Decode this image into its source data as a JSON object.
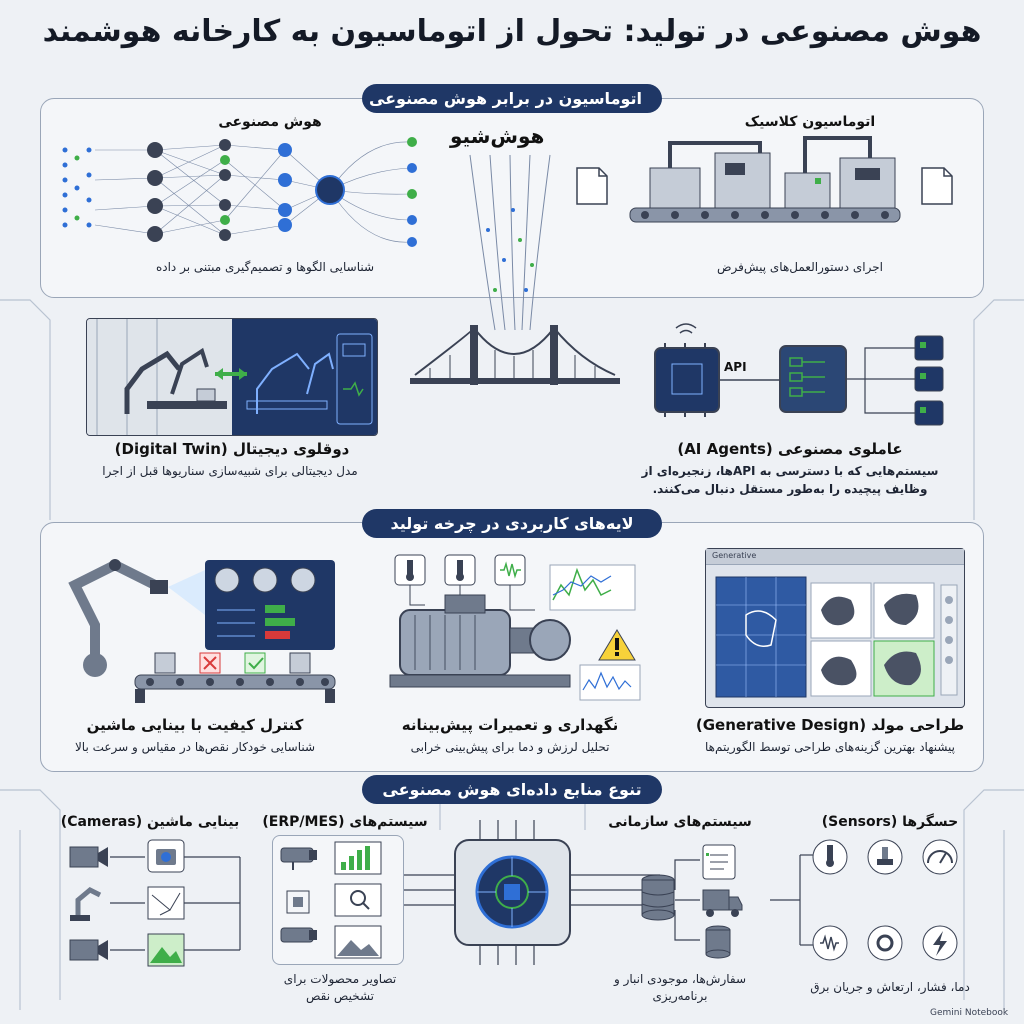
{
  "title": "هوش مصنوعی در تولید: تحول از اتوماسیون به کارخانه هوشمند",
  "section1": {
    "header": "اتوماسیون در برابر هوش مصنوعی",
    "ai_title": "هوش مصنوعی",
    "ai_caption": "شناسایی الگوها و تصمیم‌گیری مبتنی بر داده",
    "classic_title": "اتوماسیون کلاسیک",
    "classic_caption": "اجرای دستورالعمل‌های پیش‌فرض",
    "logo_text": "هوش‌شیو"
  },
  "digital_twin": {
    "title": "دوقلوی دیجیتال (Digital Twin)",
    "caption": "مدل دیجیتالی برای شبیه‌سازی سناریوها قبل از اجرا"
  },
  "ai_agents": {
    "api_label": "API",
    "title": "عاملوی مصنوعی (AI Agents)",
    "caption_line1": "سیستم‌هایی که با دسترسی به APIها، زنجیره‌ای از",
    "caption_line2": "وظایف پیچیده را به‌طور مستقل دنبال می‌کنند."
  },
  "section2": {
    "header": "لایه‌های کاربردی در چرخه تولید",
    "quality": {
      "title": "کنترل کیفیت با بینایی ماشین",
      "caption": "شناسایی خودکار نقص‌ها در مقیاس و سرعت بالا"
    },
    "maintenance": {
      "title": "نگهداری و تعمیرات پیش‌بینانه",
      "caption": "تحلیل لرزش و دما برای پیش‌بینی خرابی"
    },
    "generative": {
      "title": "طراحی مولد (Generative Design)",
      "caption": "پیشنهاد بهترین گزینه‌های طراحی توسط الگوریتم‌ها",
      "window_tab": "Generative"
    }
  },
  "section3": {
    "header": "تنوع منابع داده‌ای هوش مصنوعی",
    "cameras": {
      "title": "بینایی ماشین (Cameras)",
      "caption_line1": "تصاویر محصولات برای",
      "caption_line2": "تشخیص نقص"
    },
    "erp": {
      "title": "سیستم‌های (ERP/MES)"
    },
    "enterprise": {
      "title": "سیستم‌های سازمانی",
      "caption_line1": "سفارش‌ها، موجودی انبار و",
      "caption_line2": "برنامه‌ریزی"
    },
    "sensors": {
      "title": "حسگرها (Sensors)",
      "caption": "دما، فشار، ارتعاش و جریان برق"
    }
  },
  "watermark": "Gemini Notebook",
  "colors": {
    "navy": "#1f3766",
    "accent_green": "#3fae49",
    "accent_blue": "#2f6fd6",
    "warning": "#e0b400",
    "alert_red": "#d93a3a"
  },
  "icons": [
    "document-icon",
    "chip-icon",
    "flowchart-icon",
    "gear-icon",
    "thermometer-icon",
    "wave-icon",
    "warning-icon",
    "camera-icon",
    "robot-arm-icon",
    "image-icon",
    "cctv-icon",
    "bar-chart-icon",
    "search-icon",
    "database-icon",
    "truck-icon",
    "clipboard-icon",
    "gauge-icon",
    "microphone-icon",
    "lightning-icon",
    "pressure-icon"
  ]
}
